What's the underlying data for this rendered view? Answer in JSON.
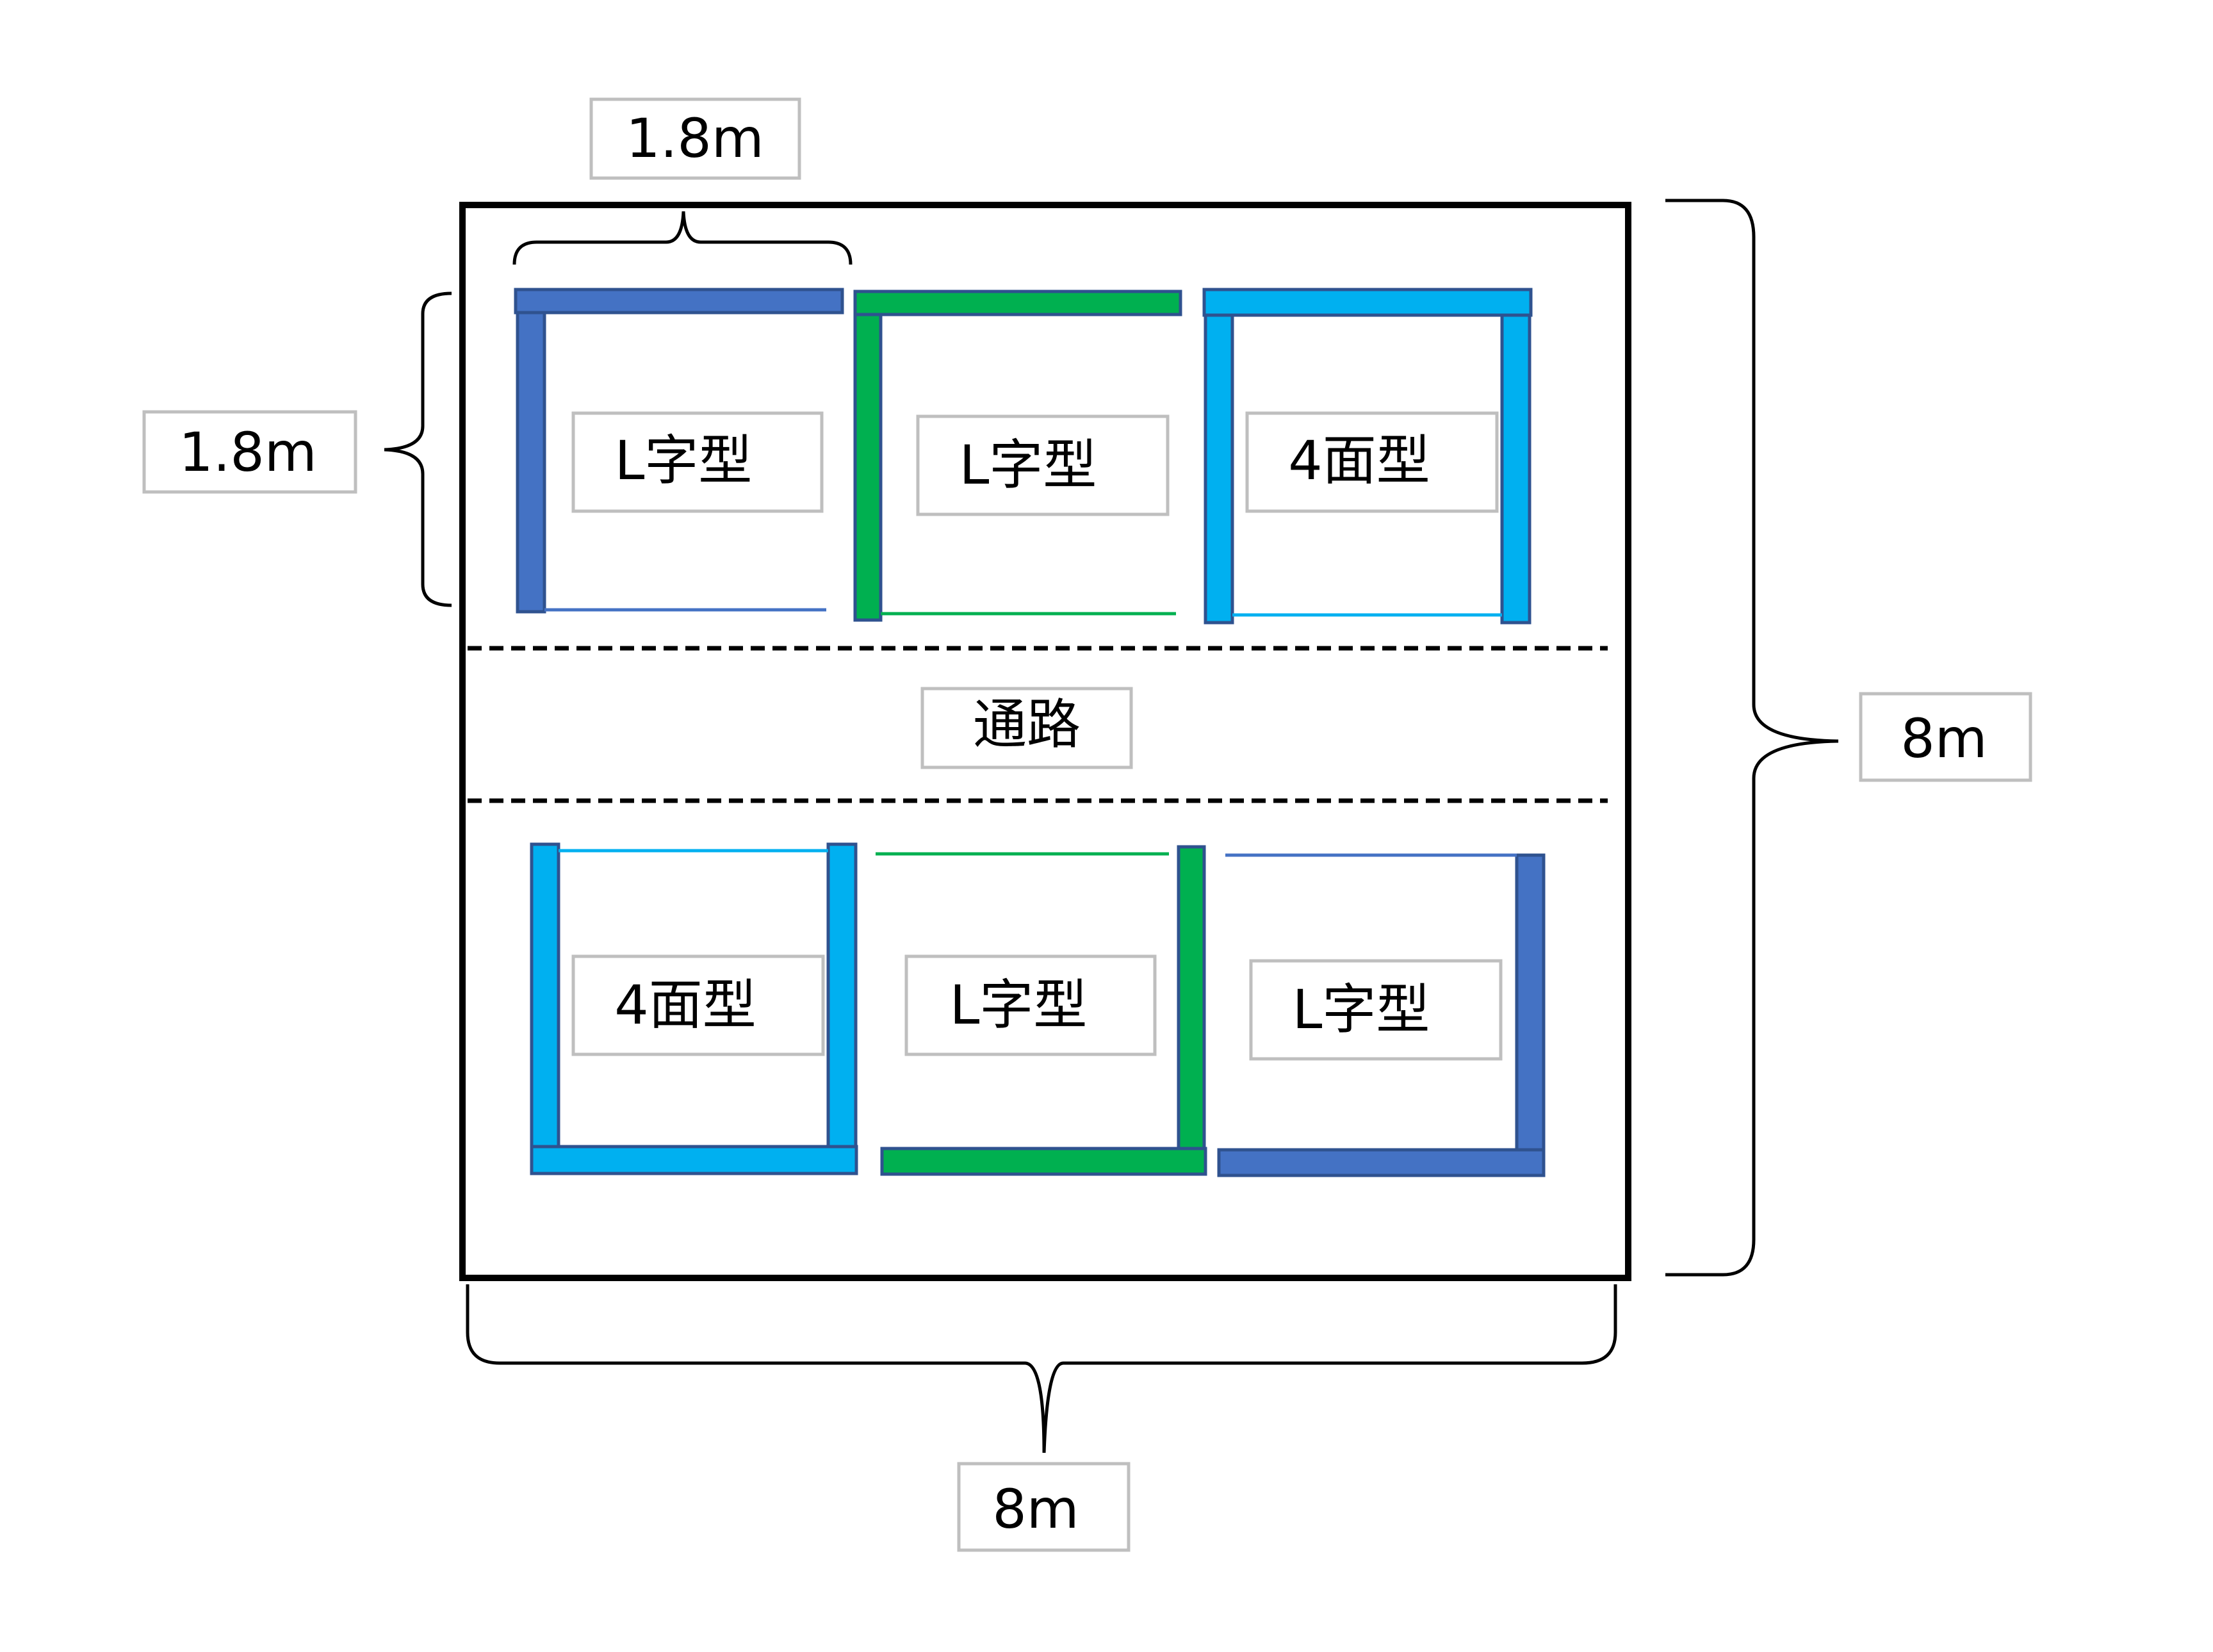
{
  "dimensions": {
    "booth_width": "1.8m",
    "booth_depth": "1.8m",
    "hall_height": "8m",
    "hall_width": "8m"
  },
  "aisle_label": "通路",
  "booths_top": [
    {
      "label": "L字型",
      "color": "#4472C4"
    },
    {
      "label": "L字型",
      "color": "#00B050"
    },
    {
      "label": "4面型",
      "color": "#00B0F0"
    }
  ],
  "booths_bottom": [
    {
      "label": "4面型",
      "color": "#00B0F0"
    },
    {
      "label": "L字型",
      "color": "#00B050"
    },
    {
      "label": "L字型",
      "color": "#4472C4"
    }
  ],
  "colors": {
    "blue": "#4472C4",
    "green": "#00B050",
    "light_blue": "#00B0F0",
    "wall_stroke": "#2F528F",
    "label_box_border": "#BFBFBF"
  }
}
